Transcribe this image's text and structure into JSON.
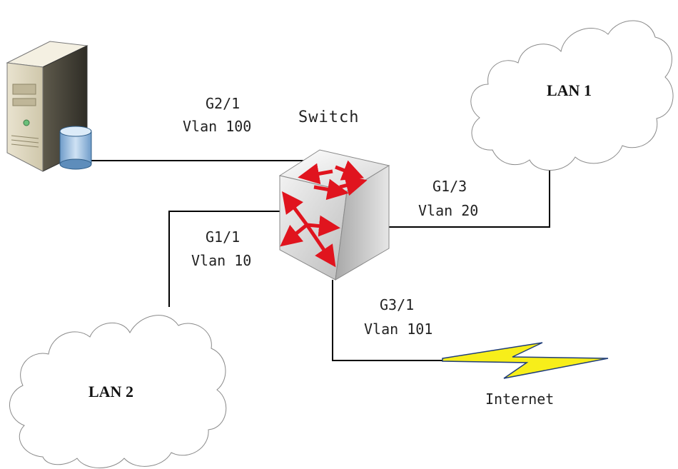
{
  "nodes": {
    "switch_label": "Switch",
    "lan1_label": "LAN 1",
    "lan2_label": "LAN 2",
    "internet_label": "Internet"
  },
  "links": {
    "server": {
      "port": "G2/1",
      "vlan": "Vlan 100"
    },
    "lan1": {
      "port": "G1/3",
      "vlan": "Vlan 20"
    },
    "lan2": {
      "port": "G1/1",
      "vlan": "Vlan 10"
    },
    "internet": {
      "port": "G3/1",
      "vlan": "Vlan 101"
    }
  },
  "colors": {
    "line": "#000000",
    "cloud_stroke": "#8a8a8a",
    "arrow": "#e0141e",
    "bolt": "#f7ee1a"
  },
  "icons": {
    "server": "server-icon",
    "switch": "switch-icon",
    "lan1": "cloud-icon",
    "lan2": "cloud-icon",
    "internet": "lightning-bolt-icon"
  }
}
